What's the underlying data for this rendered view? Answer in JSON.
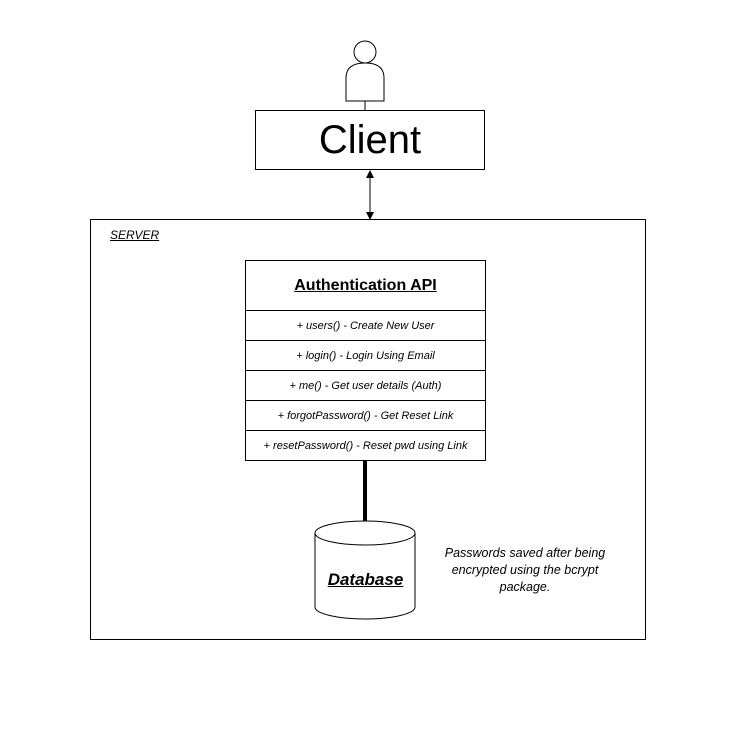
{
  "client": {
    "label": "Client"
  },
  "server": {
    "label": "SERVER"
  },
  "api": {
    "title": "Authentication API",
    "methods": [
      "+ users() - Create New User",
      "+ login() - Login Using Email",
      "+ me() - Get user details (Auth)",
      "+ forgotPassword() - Get Reset Link",
      "+ resetPassword() - Reset pwd using Link"
    ]
  },
  "database": {
    "label": "Database"
  },
  "note": {
    "text": "Passwords saved after being encrypted using the bcrypt package."
  },
  "icons": {
    "client": "user-icon",
    "storage": "database-cylinder-icon"
  },
  "colors": {
    "stroke": "#000000",
    "background": "#ffffff"
  }
}
